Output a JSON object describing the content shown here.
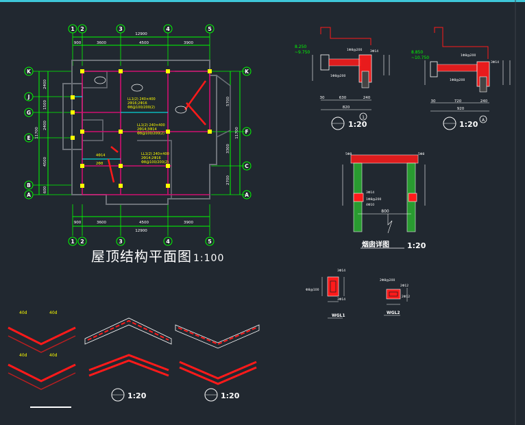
{
  "colors": {
    "background": "#212830",
    "wall": "#5a5f66",
    "column": "#ffff00",
    "rebar": "#ff1a1a",
    "dim": "#00ff00",
    "axis": "#ffffff",
    "beam": "#d01070",
    "accent": "#00ffff"
  },
  "plan": {
    "title": "屋顶结构平面图",
    "scale": "1:100",
    "axes_top": [
      "1",
      "2",
      "3",
      "4",
      "5"
    ],
    "axes_side": [
      "K",
      "J",
      "G",
      "E",
      "B",
      "A"
    ],
    "axes_right": [
      "K",
      "F",
      "C",
      "A"
    ],
    "dims_top_total": "12900",
    "dims_top": [
      "900",
      "3600",
      "4500",
      "3900"
    ],
    "dims_left": [
      "2400",
      "1500",
      "2400",
      "4500",
      "600"
    ],
    "dims_left_total": "11700",
    "dims_right": [
      "5700",
      "3300",
      "2700"
    ],
    "dims_right_total": "11700"
  },
  "sections": {
    "sec1_scale": "1:20",
    "sec1_axis": "1",
    "sec1_dims": [
      "30",
      "630",
      "240",
      "820"
    ],
    "sec1_elev": "8.250",
    "secA_scale": "1:20",
    "secA_axis": "A",
    "secA_dims": [
      "30",
      "720",
      "240",
      "920"
    ],
    "secA_elev": "8.850",
    "chimney_title": "烟囱详图",
    "chimney_scale": "1:20",
    "chimney_dim": "800",
    "wgl1": "WGL1",
    "wgl2": "WGL2",
    "ridge_scale_1": "1:20",
    "ridge_scale_2": "1:20",
    "lap": "40d"
  },
  "chart_data": null
}
